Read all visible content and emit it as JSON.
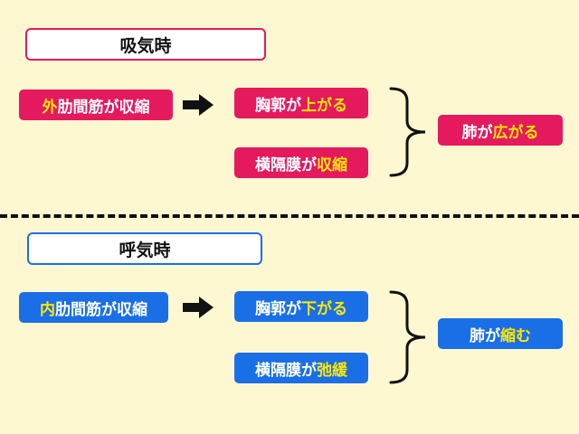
{
  "colors": {
    "background": "#fdf8d2",
    "inhale_accent": "#e5195e",
    "exhale_accent": "#1a6fe6",
    "highlight": "#ffe800"
  },
  "inhale": {
    "title": "吸気時",
    "cause": {
      "hl": "外",
      "rest": "肋間筋が収縮"
    },
    "effect1": {
      "pre": "胸郭が",
      "hl": "上がる"
    },
    "effect2": {
      "pre": "横隔膜が",
      "hl": "収縮"
    },
    "result": {
      "pre": "肺が",
      "hl": "広がる"
    }
  },
  "exhale": {
    "title": "呼気時",
    "cause": {
      "hl": "内",
      "rest": "肋間筋が収縮"
    },
    "effect1": {
      "pre": "胸郭が",
      "hl": "下がる"
    },
    "effect2": {
      "pre": "横隔膜が",
      "hl": "弛緩"
    },
    "result": {
      "pre": "肺が",
      "hl": "縮む"
    }
  }
}
